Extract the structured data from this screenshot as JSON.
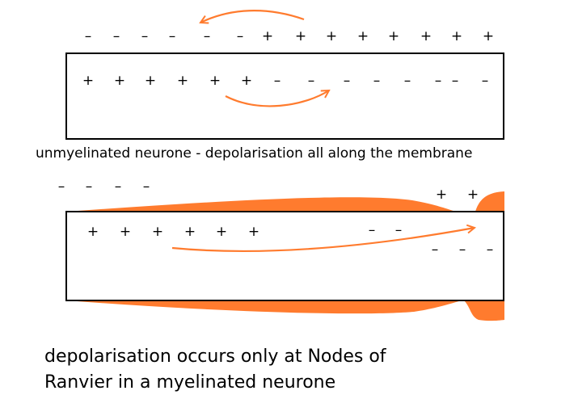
{
  "unmyelinated": {
    "outside_charges": [
      "–",
      "–",
      "–",
      "–",
      "–",
      "–",
      "+",
      "+",
      "+",
      "+",
      "+",
      "+",
      "+",
      "+"
    ],
    "inside_charges": [
      "+",
      "+",
      "+",
      "+",
      "+",
      "+",
      "–",
      "–",
      "–",
      "–",
      "–",
      "–",
      "–",
      "–"
    ],
    "caption": "unmyelinated neurone - depolarisation all along the membrane"
  },
  "myelinated": {
    "outside_left_charges": [
      "–",
      "–",
      "–",
      "–"
    ],
    "outside_node_charges": [
      "+",
      "+"
    ],
    "inside_left_charges": [
      "+",
      "+",
      "+",
      "+",
      "+",
      "+"
    ],
    "inside_right_charges": [
      "–",
      "–"
    ],
    "inside_node_charges": [
      "–",
      "–",
      "–"
    ],
    "caption_line1": "depolarisation occurs only at Nodes of",
    "caption_line2": "Ranvier in a myelinated neurone"
  },
  "colors": {
    "myelin": "#ff7b2e",
    "arrow": "#ff7b2e",
    "outline": "#000000"
  }
}
